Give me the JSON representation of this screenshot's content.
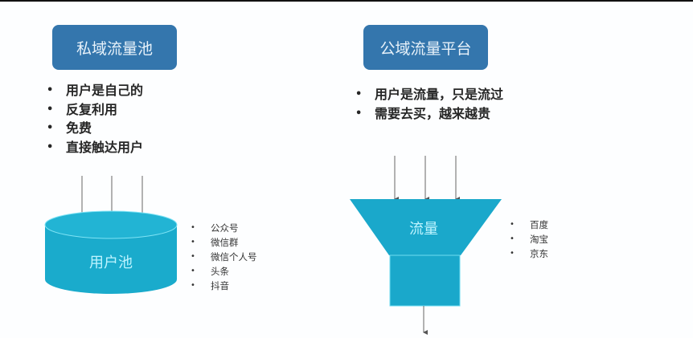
{
  "private": {
    "title": "私域流量池",
    "bullets": [
      "用户是自己的",
      "反复利用",
      "免费",
      "直接触达用户"
    ],
    "pool_label": "用户池",
    "channels": [
      "公众号",
      "微信群",
      "微信个人号",
      "头条",
      "抖音"
    ]
  },
  "public": {
    "title": "公域流量平台",
    "bullets": [
      "用户是流量，只是流过",
      "需要去买，越来越贵"
    ],
    "funnel_label": "流量",
    "channels": [
      "百度",
      "淘宝",
      "京东"
    ]
  },
  "colors": {
    "title_box": "#3476ad",
    "shape": "#1aabcc"
  }
}
